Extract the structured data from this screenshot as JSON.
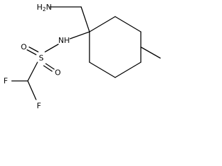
{
  "molecule": {
    "atoms": {
      "amine": "H",
      "amine_subscript": "2",
      "amine_n": "N",
      "sulfonamide_n": "N",
      "sulfonamide_h": "H",
      "sulfur": "S",
      "oxygen_left": "O",
      "oxygen_right": "O",
      "fluorine_left": "F",
      "fluorine_right": "F"
    }
  }
}
